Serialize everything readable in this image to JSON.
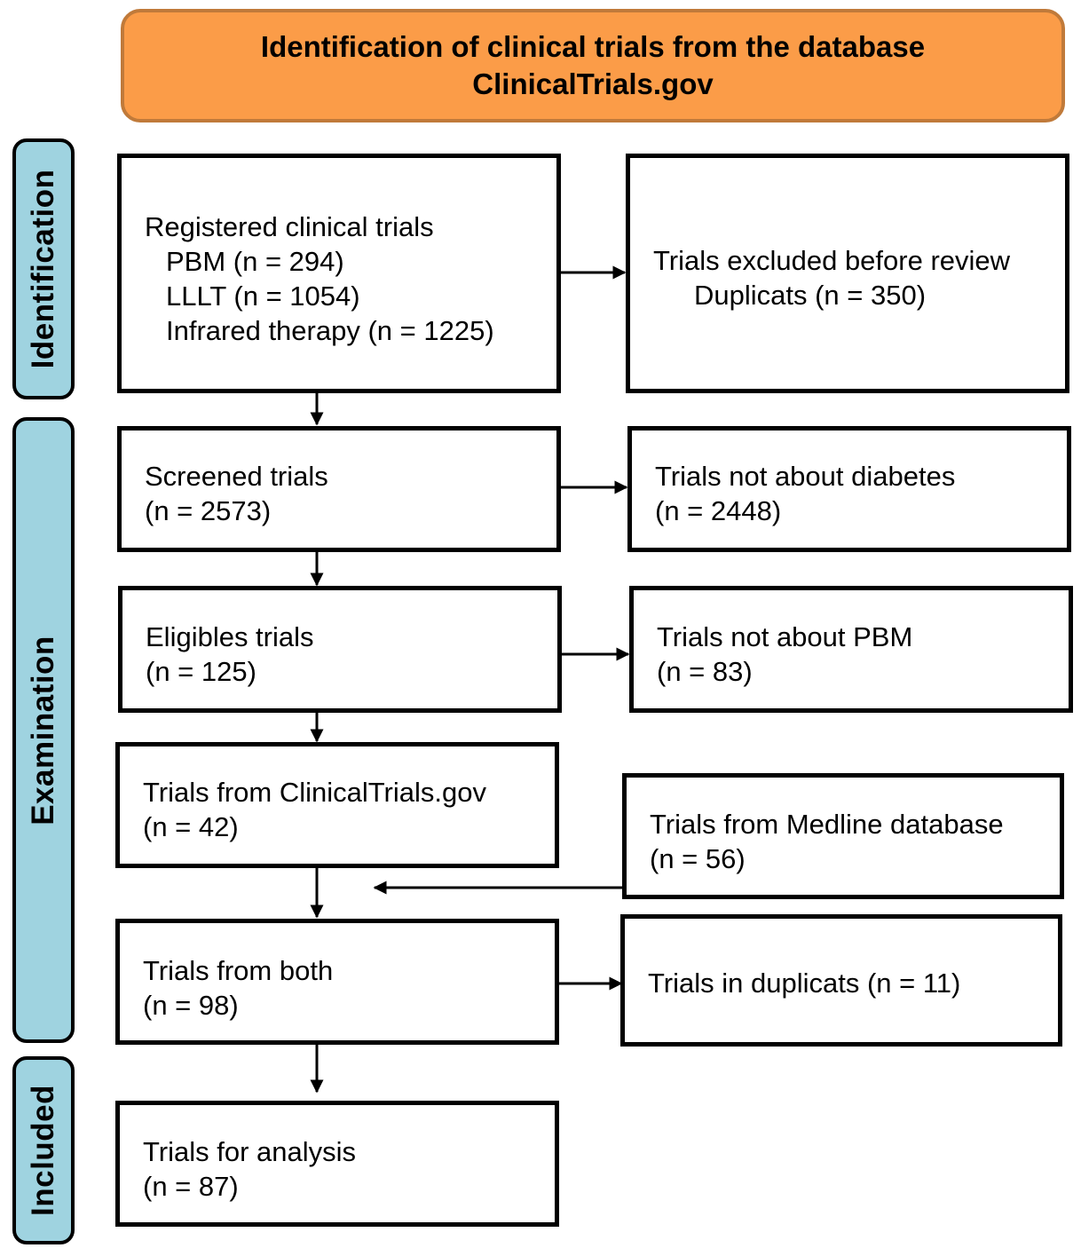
{
  "header": {
    "line1": "Identification of clinical trials from the database",
    "line2": "ClinicalTrials.gov"
  },
  "phases": {
    "identification": "Identification",
    "examination": "Examination",
    "included": "Included"
  },
  "boxes": {
    "registered": {
      "title": "Registered clinical trials",
      "items": [
        "PBM (n = 294)",
        "LLLT (n = 1054)",
        "Infrared therapy (n = 1225)"
      ]
    },
    "excluded_before_review": {
      "title": "Trials excluded before review",
      "detail": "Duplicats (n = 350)"
    },
    "screened": {
      "title": "Screened trials",
      "count": "(n = 2573)"
    },
    "not_diabetes": {
      "title": "Trials not about diabetes",
      "count": "(n = 2448)"
    },
    "eligible": {
      "title": "Eligibles trials",
      "count": "(n = 125)"
    },
    "not_pbm": {
      "title": "Trials not about PBM",
      "count": "(n = 83)"
    },
    "from_clinicaltrials": {
      "title": "Trials from ClinicalTrials.gov",
      "count": "(n = 42)"
    },
    "from_medline": {
      "title": "Trials from Medline database",
      "count": "(n = 56)"
    },
    "from_both": {
      "title": "Trials from both",
      "count": "(n = 98)"
    },
    "duplicates": {
      "title": "Trials in duplicats (n = 11)"
    },
    "analysis": {
      "title": "Trials for analysis",
      "count": "(n = 87)"
    }
  }
}
